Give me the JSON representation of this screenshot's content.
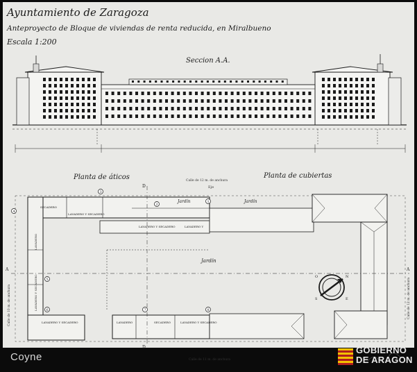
{
  "titles": {
    "line1": "Ayuntamiento de Zaragoza",
    "line2": "Anteproyecto de Bloque de viviendas de renta reducida, en Miralbueno",
    "scale": "Escala 1:200"
  },
  "section": {
    "label": "Seccion A.A."
  },
  "plans": {
    "attic_title": "Planta de áticos",
    "roof_title": "Planta de cubiertas",
    "street_top": "Calle de 12 m. de anchura",
    "street_bottom": "Calle de 11 m. de anchura",
    "street_left": "Calle de 10 m. de anchura",
    "street_right": "Calle de 12 m. de anchura",
    "axis_label": "Eje",
    "garden_top_left": "Jardín",
    "garden_top_right": "Jardín",
    "garden_center": "Jardín",
    "rooms": {
      "r1": "SECADERO",
      "r2": "LAVADERO Y SECADERO",
      "r3": "LAVADERO Y SECADERO",
      "r4": "LAVADERO Y",
      "r5": "LAVADERO",
      "r6": "LAVADERO Y SECADERO",
      "r7": "LAVADERO Y SECADERO",
      "r8": "LAVADERO",
      "r9": "SECADERO",
      "r10": "LAVADERO Y SECADERO"
    },
    "markers": [
      "1",
      "2",
      "3",
      "4",
      "5",
      "6",
      "7",
      "8"
    ],
    "section_marks": [
      "D",
      "D",
      "A",
      "A"
    ],
    "compass": [
      "N",
      "S",
      "E",
      "O"
    ]
  },
  "credits": {
    "photographer": "Coyne",
    "logo_line1": "GOBIERNO",
    "logo_line2": "DE ARAGON"
  },
  "colors": {
    "paper": "#e9e9e6",
    "ink": "#1a1a1a",
    "frame": "#0b0b0b"
  }
}
